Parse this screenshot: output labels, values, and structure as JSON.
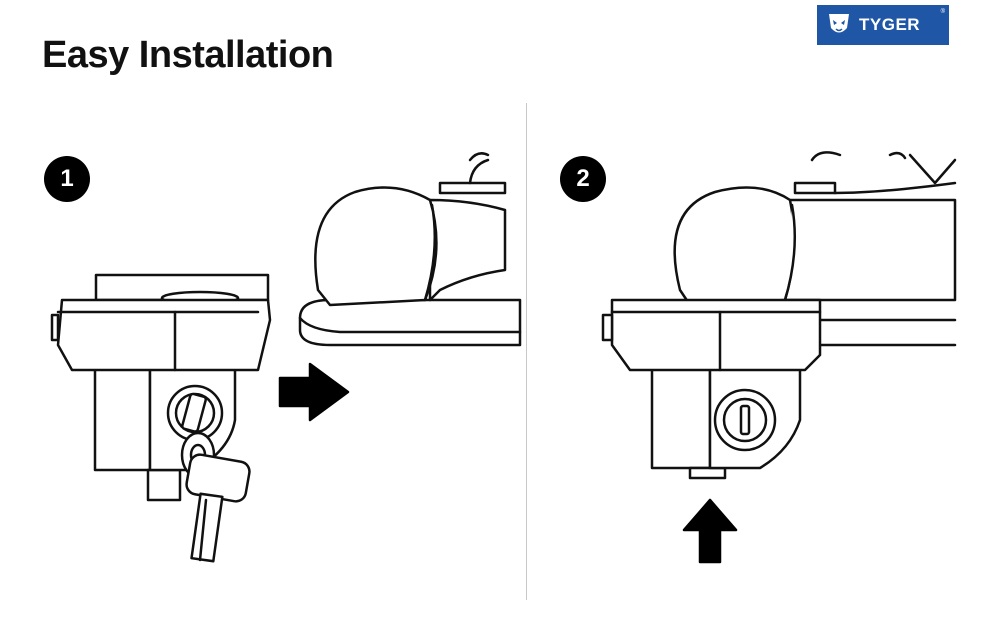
{
  "header": {
    "title": "Easy Installation",
    "brand": {
      "name": "TYGER",
      "mark": "®",
      "color": "#1f56a5",
      "icon": "tiger-head-icon"
    }
  },
  "steps": [
    {
      "number": "1",
      "arrow": "arrow-right-icon"
    },
    {
      "number": "2",
      "arrow": "arrow-up-icon"
    }
  ]
}
